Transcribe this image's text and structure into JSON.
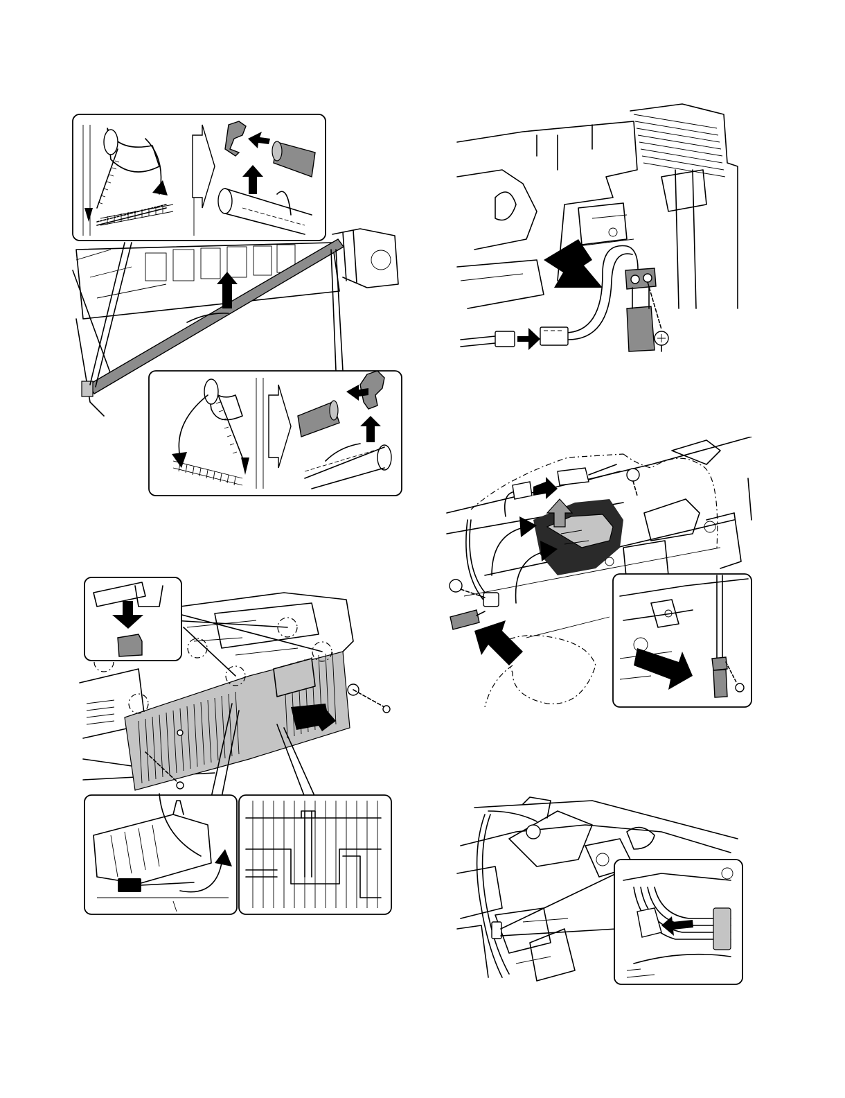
{
  "document": {
    "type": "service-manual-illustration-page",
    "figures": [
      {
        "id": "fig-1",
        "subject": "roller-shaft-removal-with-spring-detail-insets"
      },
      {
        "id": "fig-2",
        "subject": "harness-connector-and-bracket-removal"
      },
      {
        "id": "fig-3",
        "subject": "finned-cover-removal-with-tab-and-wire-insets"
      },
      {
        "id": "fig-4",
        "subject": "sensor-unit-removal-with-connector-detail"
      },
      {
        "id": "fig-5",
        "subject": "wire-harness-release-detail"
      }
    ]
  },
  "colors": {
    "line": "#000000",
    "part_gray": "#8c8c8c",
    "light_gray": "#c4c4c4",
    "background": "#ffffff"
  }
}
